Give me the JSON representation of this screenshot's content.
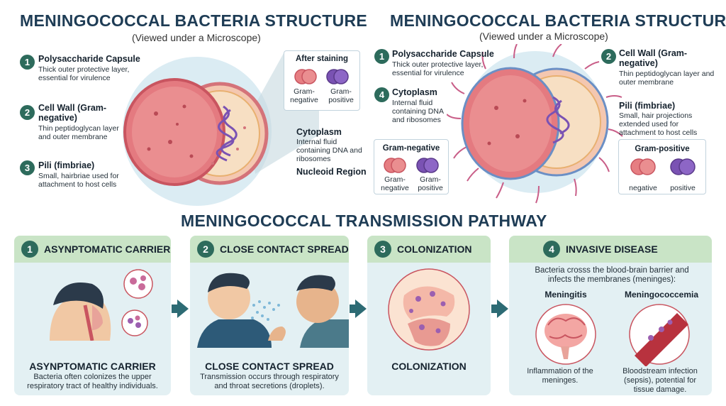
{
  "left": {
    "title": "MENINGOCOCCAL BACTERIA STRUCTURE",
    "subtitle": "(Viewed under a Microscope)",
    "labels": [
      {
        "num": "1",
        "title": "Polysaccharide Capsule",
        "desc": "Thick outer protective layer, essential for virulence"
      },
      {
        "num": "2",
        "title": "Cell Wall (Gram-negative)",
        "desc": "Thin peptidoglycan layer and outer membrane"
      },
      {
        "num": "3",
        "title": "Pili (fimbriae)",
        "desc": "Small, hairbriae used for attachment to host cells"
      }
    ],
    "cytoplasm": {
      "title": "Cytoplasm",
      "desc": "Internal fluid containing DNA and ribosomes"
    },
    "nucleoid": "Nucleoid Region",
    "staining": {
      "title": "After staining",
      "neg": "Gram-negative",
      "pos": "Gram-positive"
    }
  },
  "right": {
    "title": "MENINGOCOCCAL BACTERIA STRUCTURE",
    "subtitle": "(Viewed under a Microscope)",
    "labels": [
      {
        "num": "1",
        "title": "Polysaccharide Capsule",
        "desc": "Thick outer protective layer, essential for virulence"
      },
      {
        "num": "4",
        "title": "Cytoplasm",
        "desc": "Internal fluid containing DNA and ribosomes"
      },
      {
        "num": "2",
        "title": "Cell Wall (Gram-negative)",
        "desc": "Thin peptidoglycan layer and outer membrane"
      }
    ],
    "pili": {
      "title": "Pili (fimbriae)",
      "desc": "Small, hair projections extended used for attachment to host cells"
    },
    "neg_card": {
      "title": "Gram-negative",
      "neg": "Gram-negative",
      "pos": "Gram-positive"
    },
    "pos_card": {
      "title": "Gram-positive",
      "neg": "negative",
      "pos": "positive"
    }
  },
  "transmission": {
    "title": "MENINGOCOCCAL TRANSMISSION PATHWAY",
    "panels": [
      {
        "num": "1",
        "head": "ASYNPTOMATIC CARRIER",
        "cap": "ASYNPTOMATIC CARRIER",
        "desc": "Bacteria often colonizes the upper respiratory tract of healthy individuals."
      },
      {
        "num": "2",
        "head": "CLOSE CONTACT SPREAD",
        "cap": "CLOSE CONTACT SPREAD",
        "desc": "Transmission occurs through respiratory and throat secretions (droplets)."
      },
      {
        "num": "3",
        "head": "COLONIZATION",
        "cap": "COLONIZATION",
        "desc": ""
      },
      {
        "num": "4",
        "head": "INVASIVE DISEASE",
        "intro": "Bacteria crosss the blood-brain barrier and infects the membranes (meninges):",
        "sub": [
          {
            "title": "Meningitis",
            "desc": "Inflammation of the meninges."
          },
          {
            "title": "Meningococcemia",
            "desc": "Bloodstream infection (sepsis), potential for tissue damage."
          }
        ]
      }
    ]
  },
  "colors": {
    "accent": "#2d6b5c",
    "title": "#1e3c55",
    "panel": "#e3f0f3",
    "panel_head": "#c9e4c6",
    "cell": "#e67e82",
    "purple": "#7a52b3"
  }
}
